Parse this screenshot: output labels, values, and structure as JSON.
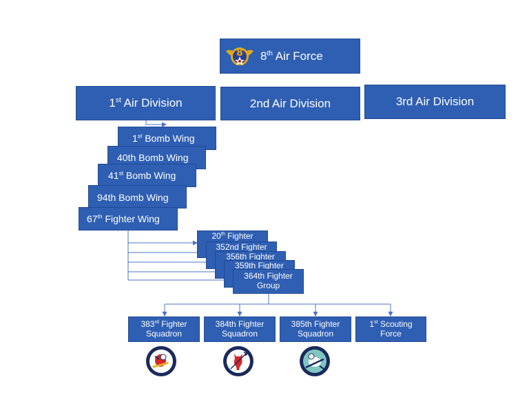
{
  "colors": {
    "box_fill": "#2f5fb3",
    "box_border": "#1f4a94",
    "line": "#4a74c4",
    "text": "#ffffff"
  },
  "top": {
    "logo_icon": "eighth-air-force-emblem",
    "num": "8",
    "sup": "th",
    "rest": " Air Force"
  },
  "divisions": [
    {
      "num": "1",
      "sup": "st",
      "rest": " Air Division"
    },
    {
      "text": "2nd Air Division"
    },
    {
      "text": "3rd Air Division"
    }
  ],
  "wings": [
    {
      "num": "1",
      "sup": "st",
      "rest": " Bomb Wing"
    },
    {
      "text": "40th Bomb Wing"
    },
    {
      "num": "41",
      "sup": "st",
      "rest": " Bomb Wing"
    },
    {
      "text": "94th Bomb Wing"
    },
    {
      "num": "67",
      "sup": "th",
      "rest": " Fighter Wing"
    }
  ],
  "groups": [
    {
      "num": "20",
      "sup": "th",
      "rest": " Fighter"
    },
    {
      "text": "352nd Fighter"
    },
    {
      "text": "356th Fighter"
    },
    {
      "text": "359th Fighter"
    },
    {
      "line1": "364th Fighter",
      "line2": "Group"
    }
  ],
  "squadrons": [
    {
      "num": "383",
      "sup": "rd",
      "rest": " Fighter",
      "line2": "Squadron",
      "patch_icon": "383rd-squadron-patch"
    },
    {
      "line1": "384th Fighter",
      "line2": "Squadron",
      "patch_icon": "384th-squadron-patch"
    },
    {
      "line1": "385th Fighter",
      "line2": "Squadron",
      "patch_icon": "385th-squadron-patch"
    },
    {
      "num": "1",
      "sup": "st",
      "rest": " Scouting",
      "line2": "Force"
    }
  ]
}
